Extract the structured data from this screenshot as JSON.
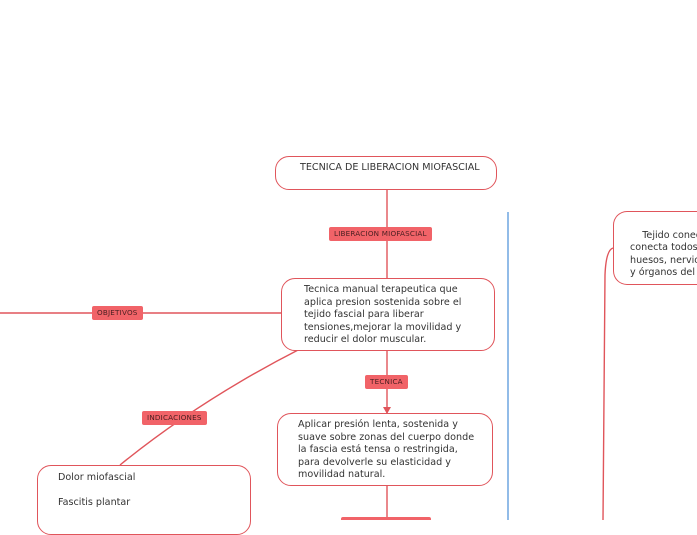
{
  "colors": {
    "node_border": "#e0555b",
    "label_fill": "#f16368",
    "connector": "#e0555b",
    "divider": "#4a90d9"
  },
  "nodes": {
    "root": "TECNICA DE LIBERACION MIOFASCIAL",
    "definition": "Tecnica manual terapeutica que aplica presion sostenida sobre el tejido fascial para liberar tensiones,mejorar la movilidad y reducir el dolor muscular.",
    "technique": "Aplicar presión lenta, sostenida y suave sobre zonas del cuerpo donde la fascia está tensa o restringida, para devolverle su elasticidad y movilidad natural.",
    "indications": [
      "Dolor miofascial",
      "Fascitis plantar"
    ],
    "fascia": "Tejido conectivo flexible que envuelve y\nconecta todos los músculos,\nhuesos, nervios, arterias\ny órganos del cuerpo"
  },
  "labels": {
    "liberacion": "LIBERACION MIOFASCIAL",
    "objetivos": "OBJETIVOS",
    "tecnica": "TECNICA",
    "indicaciones": "INDICACIONES"
  }
}
